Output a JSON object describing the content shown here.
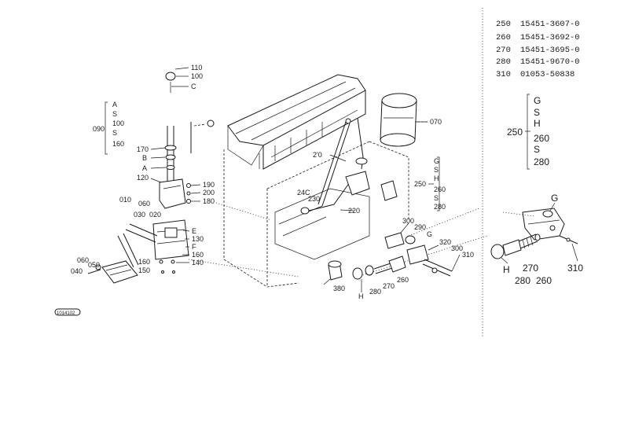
{
  "parts_table": [
    {
      "ref": "250",
      "part": "15451-3607-0"
    },
    {
      "ref": "260",
      "part": "15451-3692-0"
    },
    {
      "ref": "270",
      "part": "15451-3695-0"
    },
    {
      "ref": "280",
      "part": "15451-9670-0"
    },
    {
      "ref": "310",
      "part": "01053-50838"
    }
  ],
  "labels": {
    "l110": "110",
    "l100": "100",
    "lC": "C",
    "grp090_A": "A",
    "grp090_tilde1": "S",
    "grp090_100": "100",
    "grp090_tilde2": "S",
    "grp090_160": "160",
    "l090": "090",
    "l170": "170",
    "lB": "B",
    "lA": "A",
    "l120": "120",
    "l190": "190",
    "l200": "200",
    "l180": "180",
    "l010": "010",
    "l060a": "060",
    "l030": "030",
    "l020": "020",
    "lE": "E",
    "l130": "130",
    "lF": "F",
    "l160": "160",
    "l140": "140",
    "l150": "150",
    "l160b": "160",
    "l060b": "060",
    "l050": "050",
    "l040": "040",
    "l070": "070",
    "l210": "2'0",
    "l240": "24C",
    "l230": "230",
    "l220": "220",
    "grp250_G": "G",
    "grp250_tilde1": "S",
    "grp250_H": "H",
    "grp250_260": "260",
    "grp250_tilde2": "S",
    "grp250_280": "280",
    "l250": "250",
    "l300a": "300",
    "l290": "290",
    "lG": "G",
    "l320": "320",
    "l300b": "300",
    "l310": "310",
    "l380": "380",
    "lH": "H",
    "l280": "280",
    "l270": "270",
    "l260": "260",
    "code": "1014102",
    "r_G": "G",
    "r_tilde1": "S",
    "r_H": "H",
    "r_260": "260",
    "r_tilde2": "S",
    "r_280": "280",
    "r_250": "250",
    "r_Gtop": "G",
    "r_310": "310",
    "r_Hbot": "H",
    "r_280b": "280",
    "r_270": "270",
    "r_260b": "260"
  }
}
